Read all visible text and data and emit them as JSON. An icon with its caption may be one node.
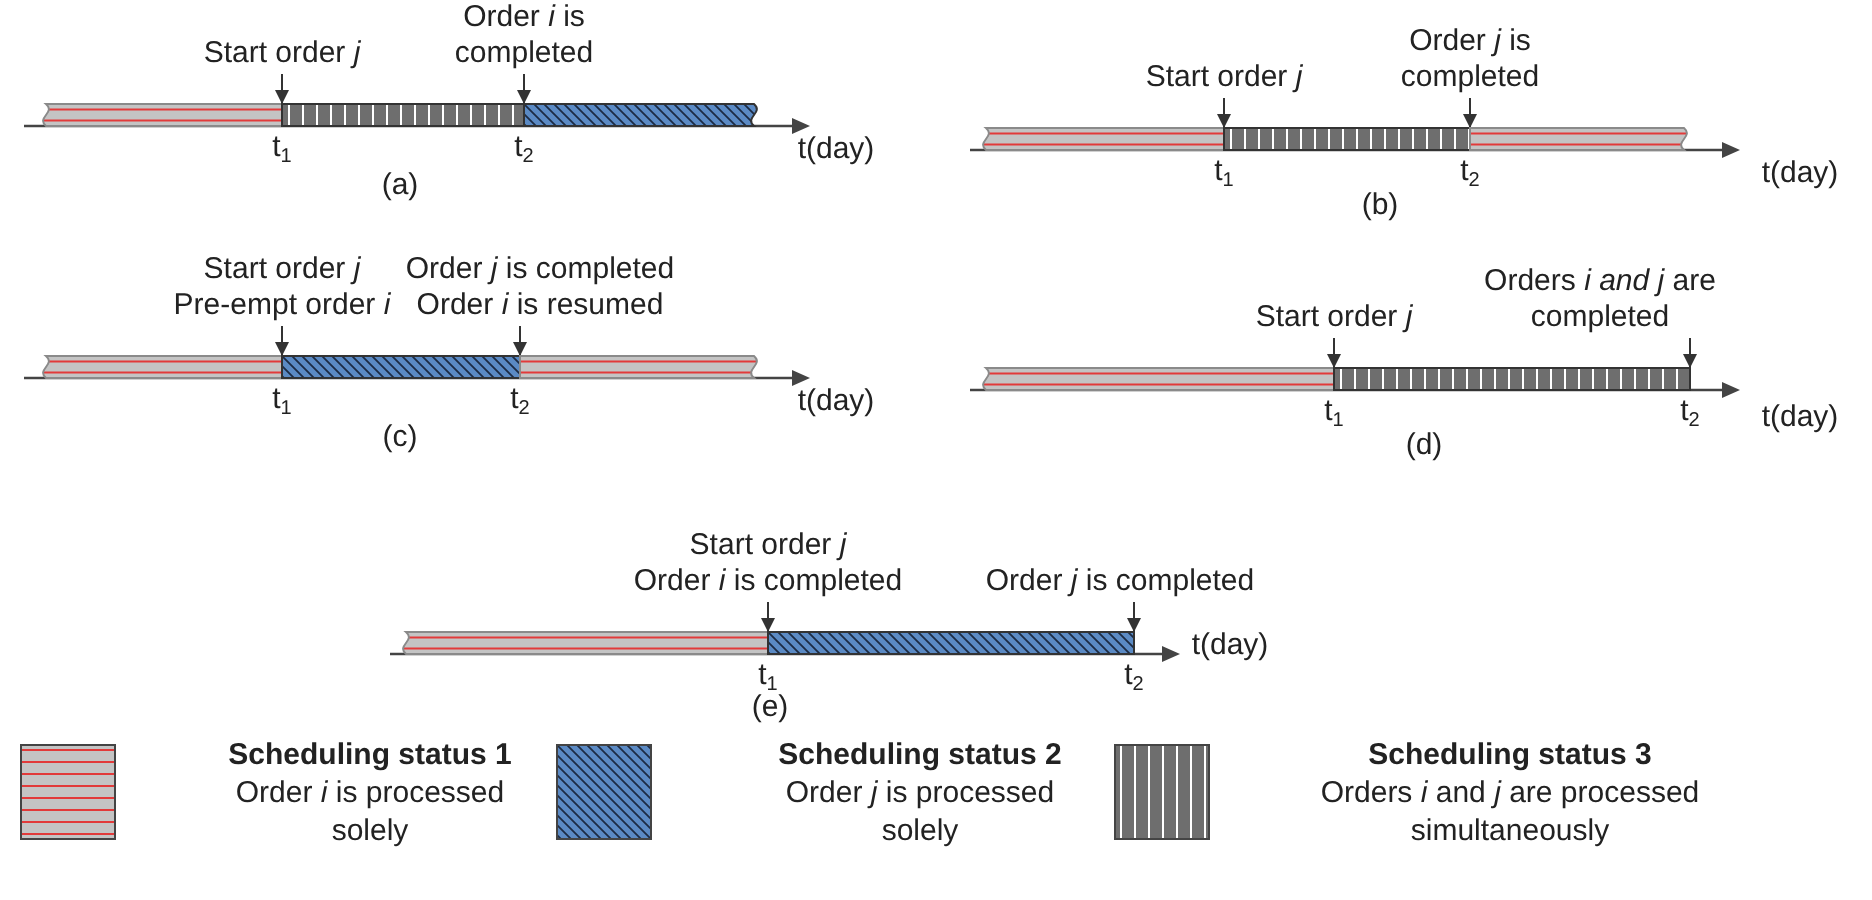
{
  "diagram": {
    "nodes": [
      {
        "text": [
          "Start order *j*"
        ]
      },
      {
        "text": [
          "Order *i* is completed"
        ]
      },
      {
        "text": [],
        "shape": "bar"
      },
      {
        "text": [],
        "shape": "bar"
      },
      {
        "text": [],
        "shape": "bar"
      },
      {
        "text": [
          "Start order *j*"
        ]
      },
      {
        "text": [
          "Order *j* is completed"
        ]
      },
      {
        "text": [],
        "shape": "bar"
      },
      {
        "text": [],
        "shape": "bar"
      },
      {
        "text": [],
        "shape": "bar"
      },
      {
        "text": [
          "Start order *j*",
          "Pre-empt order *i*"
        ]
      },
      {
        "text": [
          "Order *j* is completed",
          "Order *i* is resumed"
        ]
      },
      {
        "text": [],
        "shape": "bar"
      },
      {
        "text": [],
        "shape": "bar"
      },
      {
        "text": [],
        "shape": "bar"
      },
      {
        "text": [
          "Start order *j*"
        ]
      },
      {
        "text": [
          "Orders *i and j* are completed"
        ]
      },
      {
        "text": [],
        "shape": "bar"
      },
      {
        "text": [],
        "shape": "bar"
      },
      {
        "text": [
          "Start order *j*",
          "Order *i* is completed"
        ]
      },
      {
        "text": [
          "Order *j* is completed"
        ]
      },
      {
        "text": [],
        "shape": "bar"
      },
      {
        "text": [],
        "shape": "bar"
      }
    ],
    "edges": [
      {
        "from": 0,
        "to": 3,
        "arrow": "to"
      },
      {
        "from": 1,
        "to": 4,
        "arrow": "to"
      },
      {
        "from": 5,
        "to": 8,
        "arrow": "to"
      },
      {
        "from": 6,
        "to": 9,
        "arrow": "to"
      },
      {
        "from": 10,
        "to": 13,
        "arrow": "to"
      },
      {
        "from": 11,
        "to": 14,
        "arrow": "to"
      },
      {
        "from": 15,
        "to": 18,
        "arrow": "to"
      },
      {
        "from": 16,
        "to": 18,
        "arrow": "to"
      },
      {
        "from": 19,
        "to": 22,
        "arrow": "to"
      },
      {
        "from": 20,
        "to": 22,
        "arrow": "to"
      }
    ],
    "labels": [
      "t$_{1}$",
      "t$_{2}$",
      "t(day)",
      "(a)",
      "t$_{1}$",
      "t$_{2}$",
      "t(day)",
      "(b)",
      "t$_{1}$",
      "t$_{2}$",
      "t(day)",
      "(c)",
      "t$_{1}$",
      "t$_{2}$",
      "t(day)",
      "(d)",
      "t$_{1}$",
      "t$_{2}$",
      "t(day)",
      "(e)"
    ],
    "legend": [
      {
        "text": "**Scheduling status 1** Order *i* is processed solely"
      },
      {
        "text": "**Scheduling status 2** Order *j* is processed solely"
      },
      {
        "text": "**Scheduling status 3** Orders *i* and *j* are processed simultaneously"
      }
    ]
  }
}
